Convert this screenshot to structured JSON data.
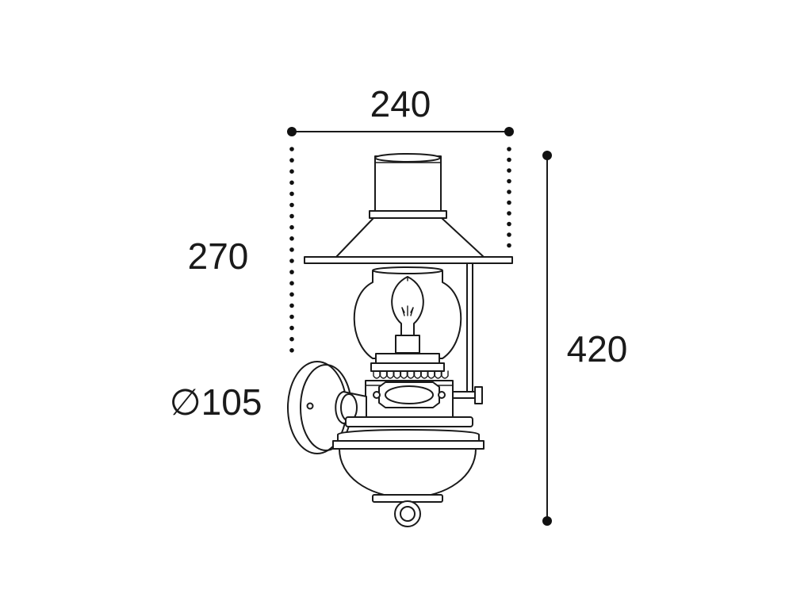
{
  "dimensions": {
    "width_label": "240",
    "shade_height_label": "270",
    "total_height_label": "420",
    "diameter_label": "∅105"
  },
  "colors": {
    "line": "#1a1a1a",
    "background": "#ffffff"
  }
}
